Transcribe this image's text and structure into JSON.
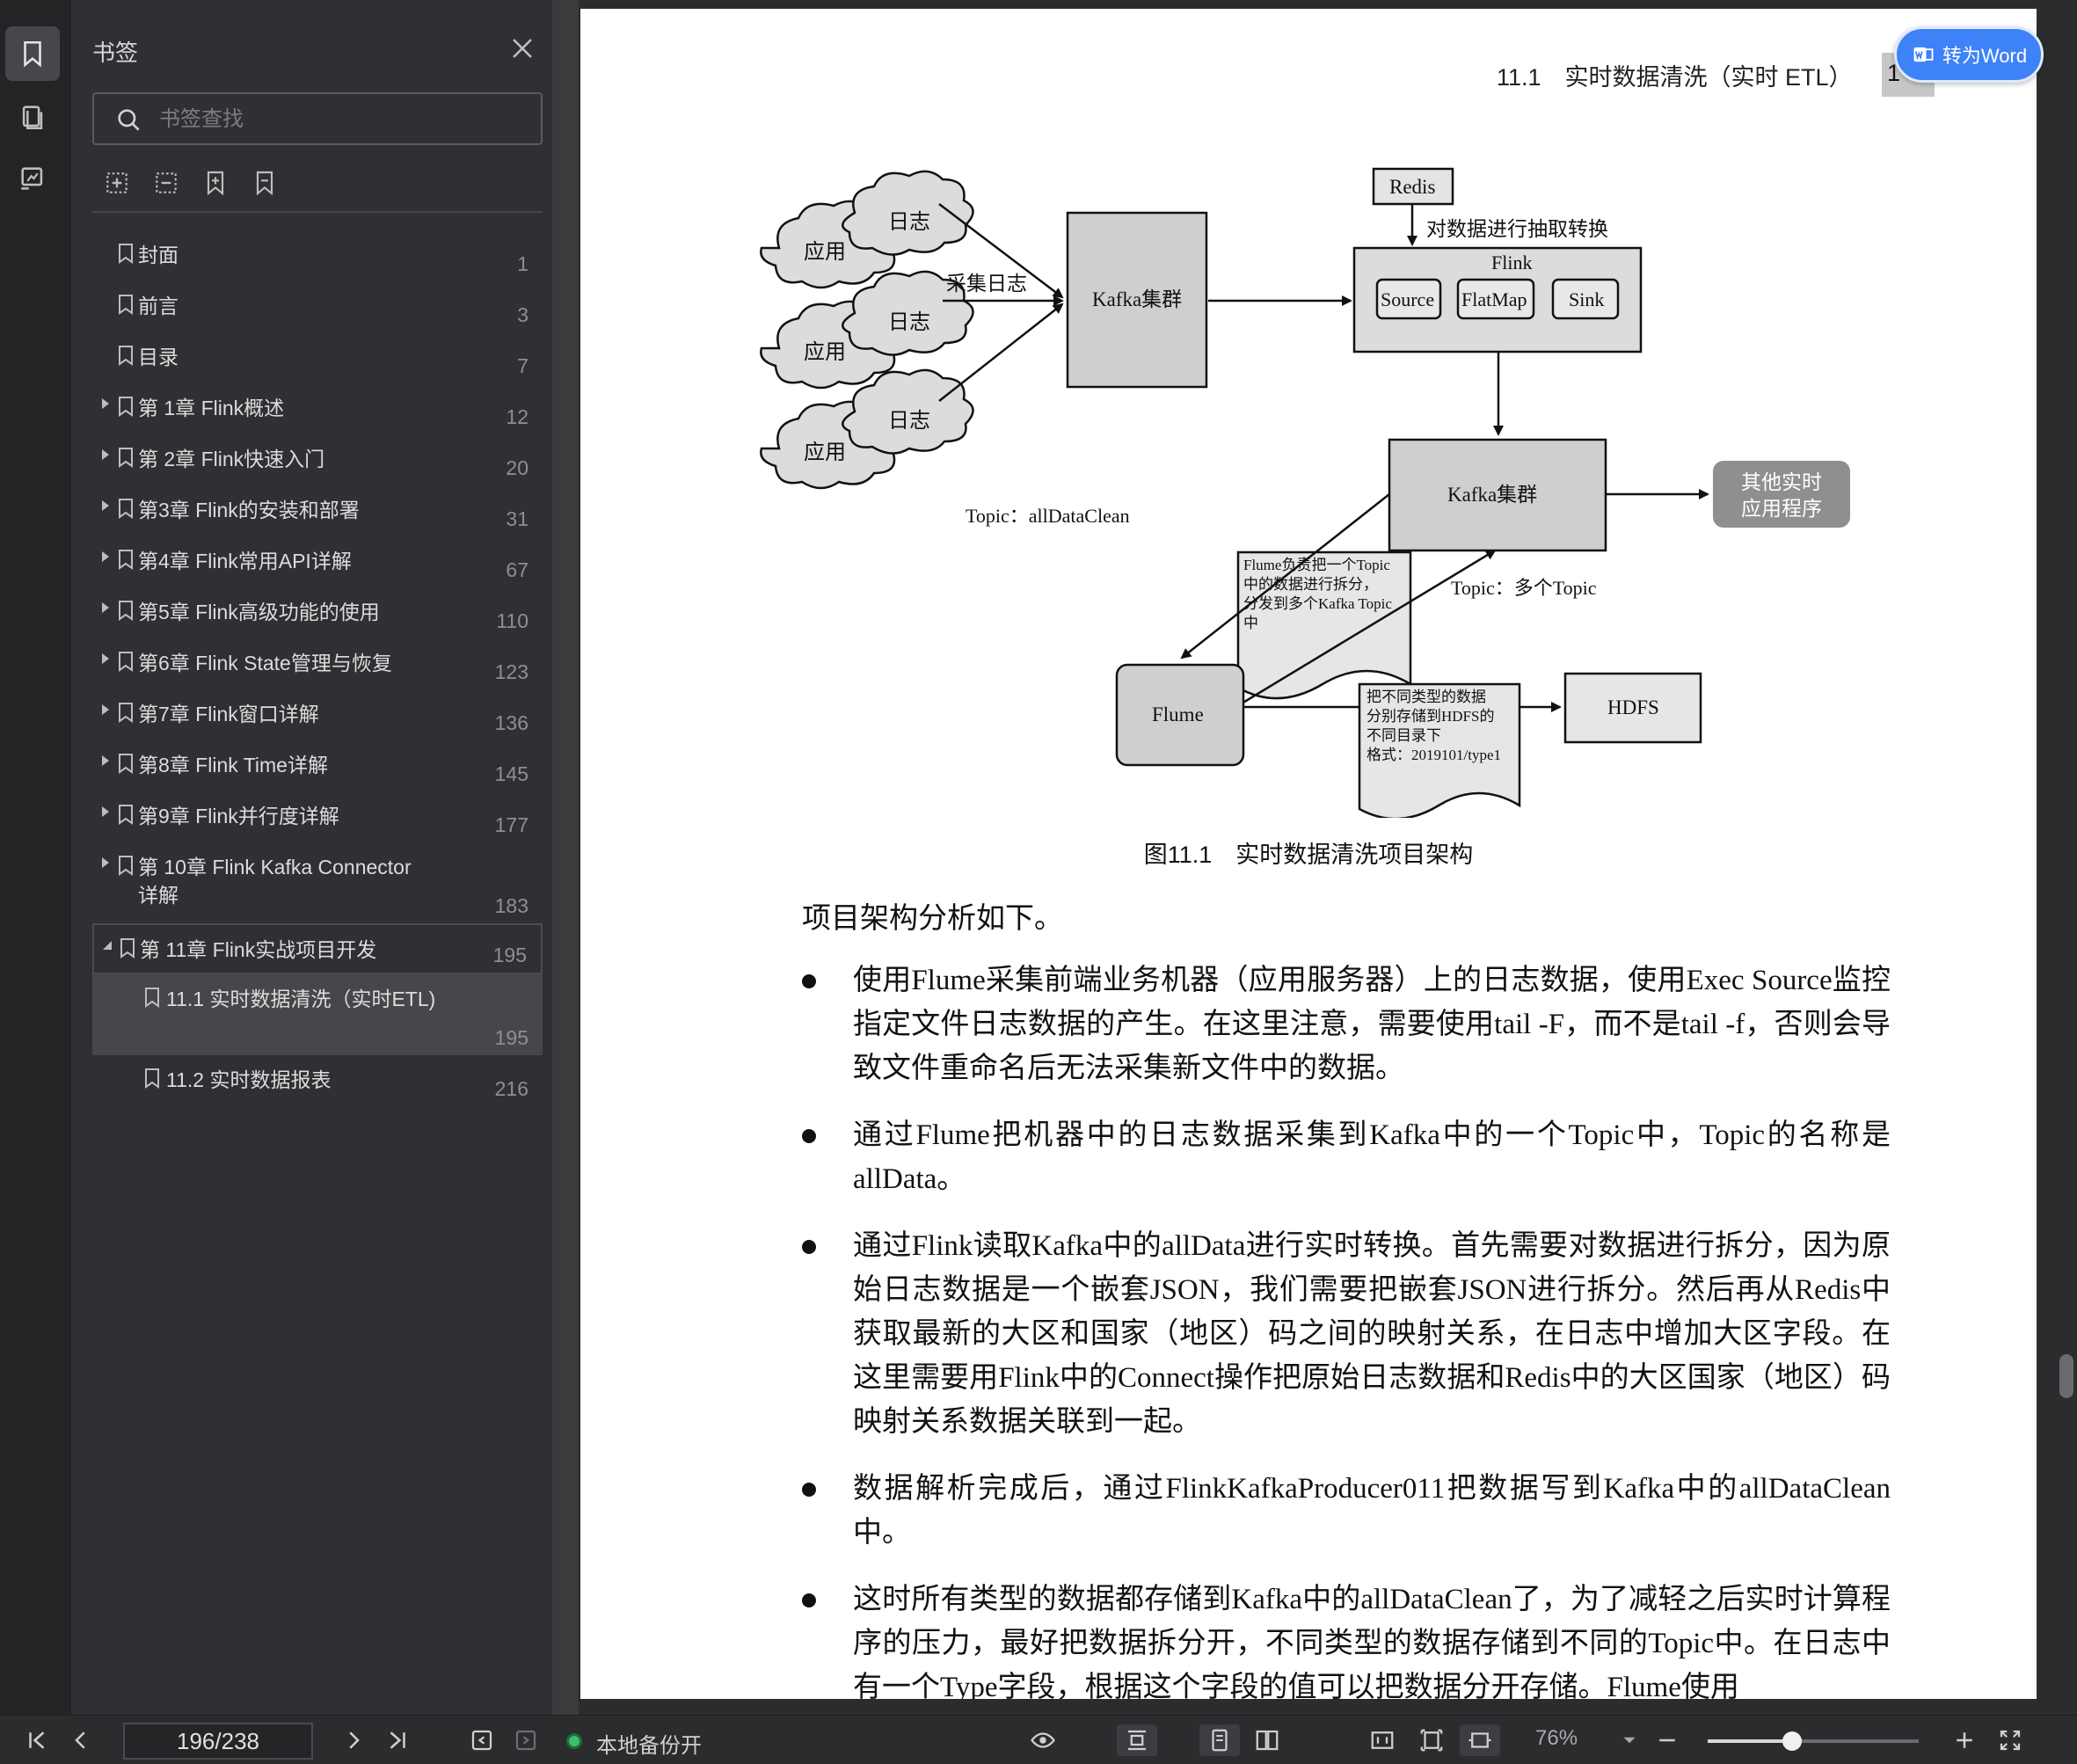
{
  "sidebar": {
    "title": "书签",
    "search_placeholder": "书签查找",
    "bookmarks": [
      {
        "label": "封面",
        "page": "1",
        "expandable": false
      },
      {
        "label": "前言",
        "page": "3",
        "expandable": false
      },
      {
        "label": "目录",
        "page": "7",
        "expandable": false
      },
      {
        "label": "第 1章 Flink概述",
        "page": "12",
        "expandable": true
      },
      {
        "label": "第 2章 Flink快速入门",
        "page": "20",
        "expandable": true
      },
      {
        "label": "第3章 Flink的安装和部署",
        "page": "31",
        "expandable": true
      },
      {
        "label": "第4章 Flink常用API详解",
        "page": "67",
        "expandable": true
      },
      {
        "label": "第5章 Flink高级功能的使用",
        "page": "110",
        "expandable": true
      },
      {
        "label": "第6章 Flink State管理与恢复",
        "page": "123",
        "expandable": true
      },
      {
        "label": "第7章 Flink窗口详解",
        "page": "136",
        "expandable": true
      },
      {
        "label": "第8章 Flink Time详解",
        "page": "145",
        "expandable": true
      },
      {
        "label": "第9章 Flink并行度详解",
        "page": "177",
        "expandable": true
      },
      {
        "label": "第 10章 Flink Kafka Connector详解",
        "page": "183",
        "expandable": true
      },
      {
        "label": "第 11章 Flink实战项目开发",
        "page": "195",
        "expandable": true,
        "expanded": true
      },
      {
        "label": "11.1 实时数据清洗（实时ETL)",
        "page": "195",
        "sub": true,
        "current": true
      },
      {
        "label": "11.2 实时数据报表",
        "page": "216",
        "sub": true
      }
    ]
  },
  "document": {
    "running_head": "11.1　实时数据清洗（实时 ETL）",
    "running_page_fragment": "1",
    "to_word_label": "转为Word",
    "figure_caption": "图11.1　实时数据清洗项目架构",
    "figure": {
      "app_label": "应用",
      "log_label": "日志",
      "collect_label": "采集日志",
      "kafka_label": "Kafka集群",
      "redis_label": "Redis",
      "extract_label": "对数据进行抽取转换",
      "flink_label": "Flink",
      "source_label": "Source",
      "flatmap_label": "FlatMap",
      "sink_label": "Sink",
      "kafka2_label": "Kafka集群",
      "other_apps_line1": "其他实时",
      "other_apps_line2": "应用程序",
      "topic_clean_label": "Topic：allDataClean",
      "topic_multi_label": "Topic：多个Topic",
      "note1_lines": [
        "Flume负责把一个Topic",
        "中的数据进行拆分，",
        "分发到多个Kafka Topic",
        "中"
      ],
      "flume_label": "Flume",
      "note2_lines": [
        "把不同类型的数据",
        "分别存储到HDFS的",
        "不同目录下",
        "格式：2019101/type1"
      ],
      "hdfs_label": "HDFS"
    },
    "intro": "项目架构分析如下。",
    "bullets": [
      "使用Flume采集前端业务机器（应用服务器）上的日志数据，使用Exec Source监控指定文件日志数据的产生。在这里注意，需要使用tail -F，而不是tail -f，否则会导致文件重命名后无法采集新文件中的数据。",
      "通过Flume把机器中的日志数据采集到Kafka中的一个Topic中，Topic的名称是allData。",
      "通过Flink读取Kafka中的allData进行实时转换。首先需要对数据进行拆分，因为原始日志数据是一个嵌套JSON，我们需要把嵌套JSON进行拆分。然后再从Redis中获取最新的大区和国家（地区）码之间的映射关系，在日志中增加大区字段。在这里需要用Flink中的Connect操作把原始日志数据和Redis中的大区国家（地区）码映射关系数据关联到一起。",
      "数据解析完成后，通过FlinkKafkaProducer011把数据写到Kafka中的allDataClean中。",
      "这时所有类型的数据都存储到Kafka中的allDataClean了，为了减轻之后实时计算程序的压力，最好把数据拆分开，不同类型的数据存储到不同的Topic中。在日志中有一个Type字段，根据这个字段的值可以把数据分开存储。Flume使用"
    ]
  },
  "statusbar": {
    "page_indicator": "196/238",
    "backup_label": "本地备份开",
    "zoom_label": "76%",
    "zoom_fraction": 0.4
  }
}
